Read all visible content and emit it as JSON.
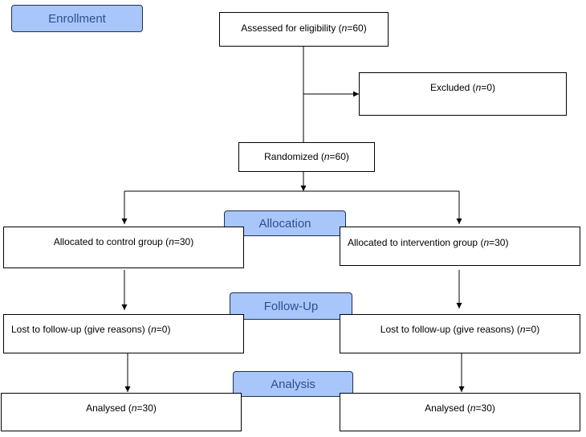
{
  "colors": {
    "stage_fill": "#a8c6fa",
    "stage_text": "#2f4f8f",
    "line": "#000000"
  },
  "stages": {
    "enrollment": "Enrollment",
    "allocation": "Allocation",
    "follow_up": "Follow-Up",
    "analysis": "Analysis"
  },
  "boxes": {
    "assessed": {
      "label": "Assessed for eligibility (",
      "n": "n",
      "rest": "=60)"
    },
    "excluded": {
      "label": "Excluded (",
      "n": "n",
      "rest": "=0)"
    },
    "randomized": {
      "label": "Randomized (",
      "n": "n",
      "rest": "=60)"
    },
    "alloc_control": {
      "label": "Allocated to control group (",
      "n": "n",
      "rest": "=30)"
    },
    "alloc_intervention": {
      "label": "Allocated to intervention group (",
      "n": "n",
      "rest": "=30)"
    },
    "lost_control": {
      "label": "Lost to follow-up (give reasons) (",
      "n": "n",
      "rest": "=0)"
    },
    "lost_intervention": {
      "label": "Lost to follow-up (give reasons) (",
      "n": "n",
      "rest": "=0)"
    },
    "analysed_control": {
      "label": "Analysed  (",
      "n": "n",
      "rest": "=30)"
    },
    "analysed_intervention": {
      "label": "Analysed  (",
      "n": "n",
      "rest": "=30)"
    }
  }
}
